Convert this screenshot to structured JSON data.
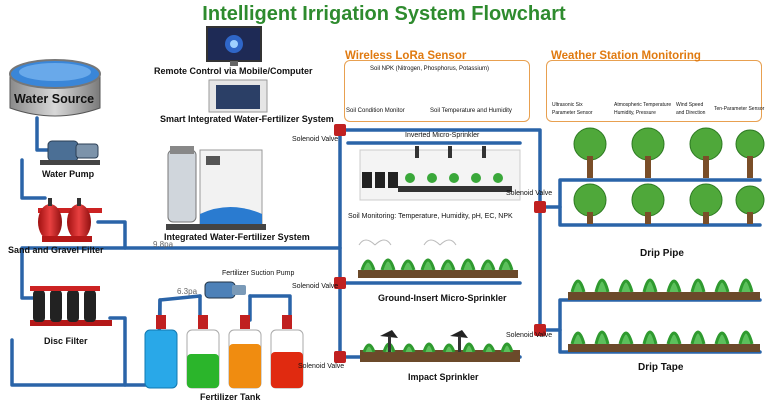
{
  "title": "Intelligent Irrigation System Flowchart",
  "water_source": "Water Source",
  "water_pump": "Water Pump",
  "sand_filter": "Sand and Gravel Filter",
  "disc_filter": "Disc Filter",
  "remote_control": "Remote Control via Mobile/Computer",
  "smart_system": "Smart Integrated Water-Fertilizer System",
  "integrated_system": "Integrated Water-Fertilizer System",
  "pressure_1": "9.8pa",
  "pressure_2": "6.3pa",
  "fertilizer_pump": "Fertilizer Suction Pump",
  "fertilizer_tank": "Fertilizer Tank",
  "valve_label": "Solenoid Valve",
  "lora": {
    "header": "Wireless LoRa Sensor",
    "npk": "Soil NPK (Nitrogen, Phosphorus, Potassium)",
    "condition": "Soil Condition Monitor",
    "temp_humidity": "Soil Temperature and Humidity"
  },
  "weather": {
    "header": "Weather Station Monitoring",
    "sensor1": [
      "Ultrasonic Six",
      "Parameter Sensor"
    ],
    "sensor2": [
      "Atmospheric Temperature",
      "Humidity, Pressure"
    ],
    "sensor3": [
      "Wind Speed",
      "and Direction"
    ],
    "sensor4": "Ten-Parameter Sensor"
  },
  "inverted_sprinkler": "Inverted Micro-Sprinkler",
  "soil_monitoring": "Soil Monitoring: Temperature, Humidity, pH, EC, NPK",
  "ground_sprinkler": "Ground-Insert Micro-Sprinkler",
  "impact_sprinkler": "Impact Sprinkler",
  "drip_pipe": "Drip Pipe",
  "drip_tape": "Drip Tape"
}
